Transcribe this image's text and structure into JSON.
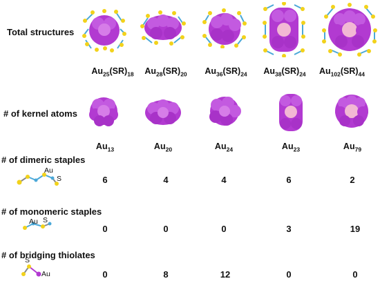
{
  "rows": {
    "total_structures": "Total structures",
    "kernel_atoms": "# of kernel atoms",
    "dimeric": "# of dimeric staples",
    "monomeric": "# of monomeric staples",
    "bridging": "# of bridging thiolates"
  },
  "clusters": [
    {
      "au": "25",
      "sr": "18",
      "kernel_n": "13",
      "dimeric": "6",
      "monomeric": "0",
      "bridging": "0"
    },
    {
      "au": "28",
      "sr": "20",
      "kernel_n": "20",
      "dimeric": "4",
      "monomeric": "0",
      "bridging": "8"
    },
    {
      "au": "36",
      "sr": "24",
      "kernel_n": "24",
      "dimeric": "4",
      "monomeric": "0",
      "bridging": "12"
    },
    {
      "au": "38",
      "sr": "24",
      "kernel_n": "23",
      "dimeric": "6",
      "monomeric": "3",
      "bridging": "0"
    },
    {
      "au": "102",
      "sr": "44",
      "kernel_n": "79",
      "dimeric": "2",
      "monomeric": "19",
      "bridging": "0"
    }
  ],
  "symbols": {
    "au": "Au",
    "s": "S",
    "sr": "(SR)"
  },
  "colors": {
    "gold_core": "#b23ad1",
    "gold_core_light": "#e79bf0",
    "pink_inner": "#f2b8d4",
    "sulfur": "#f2d21b",
    "au_staple": "#4aa8d8",
    "bond": "#8a8a8a"
  }
}
